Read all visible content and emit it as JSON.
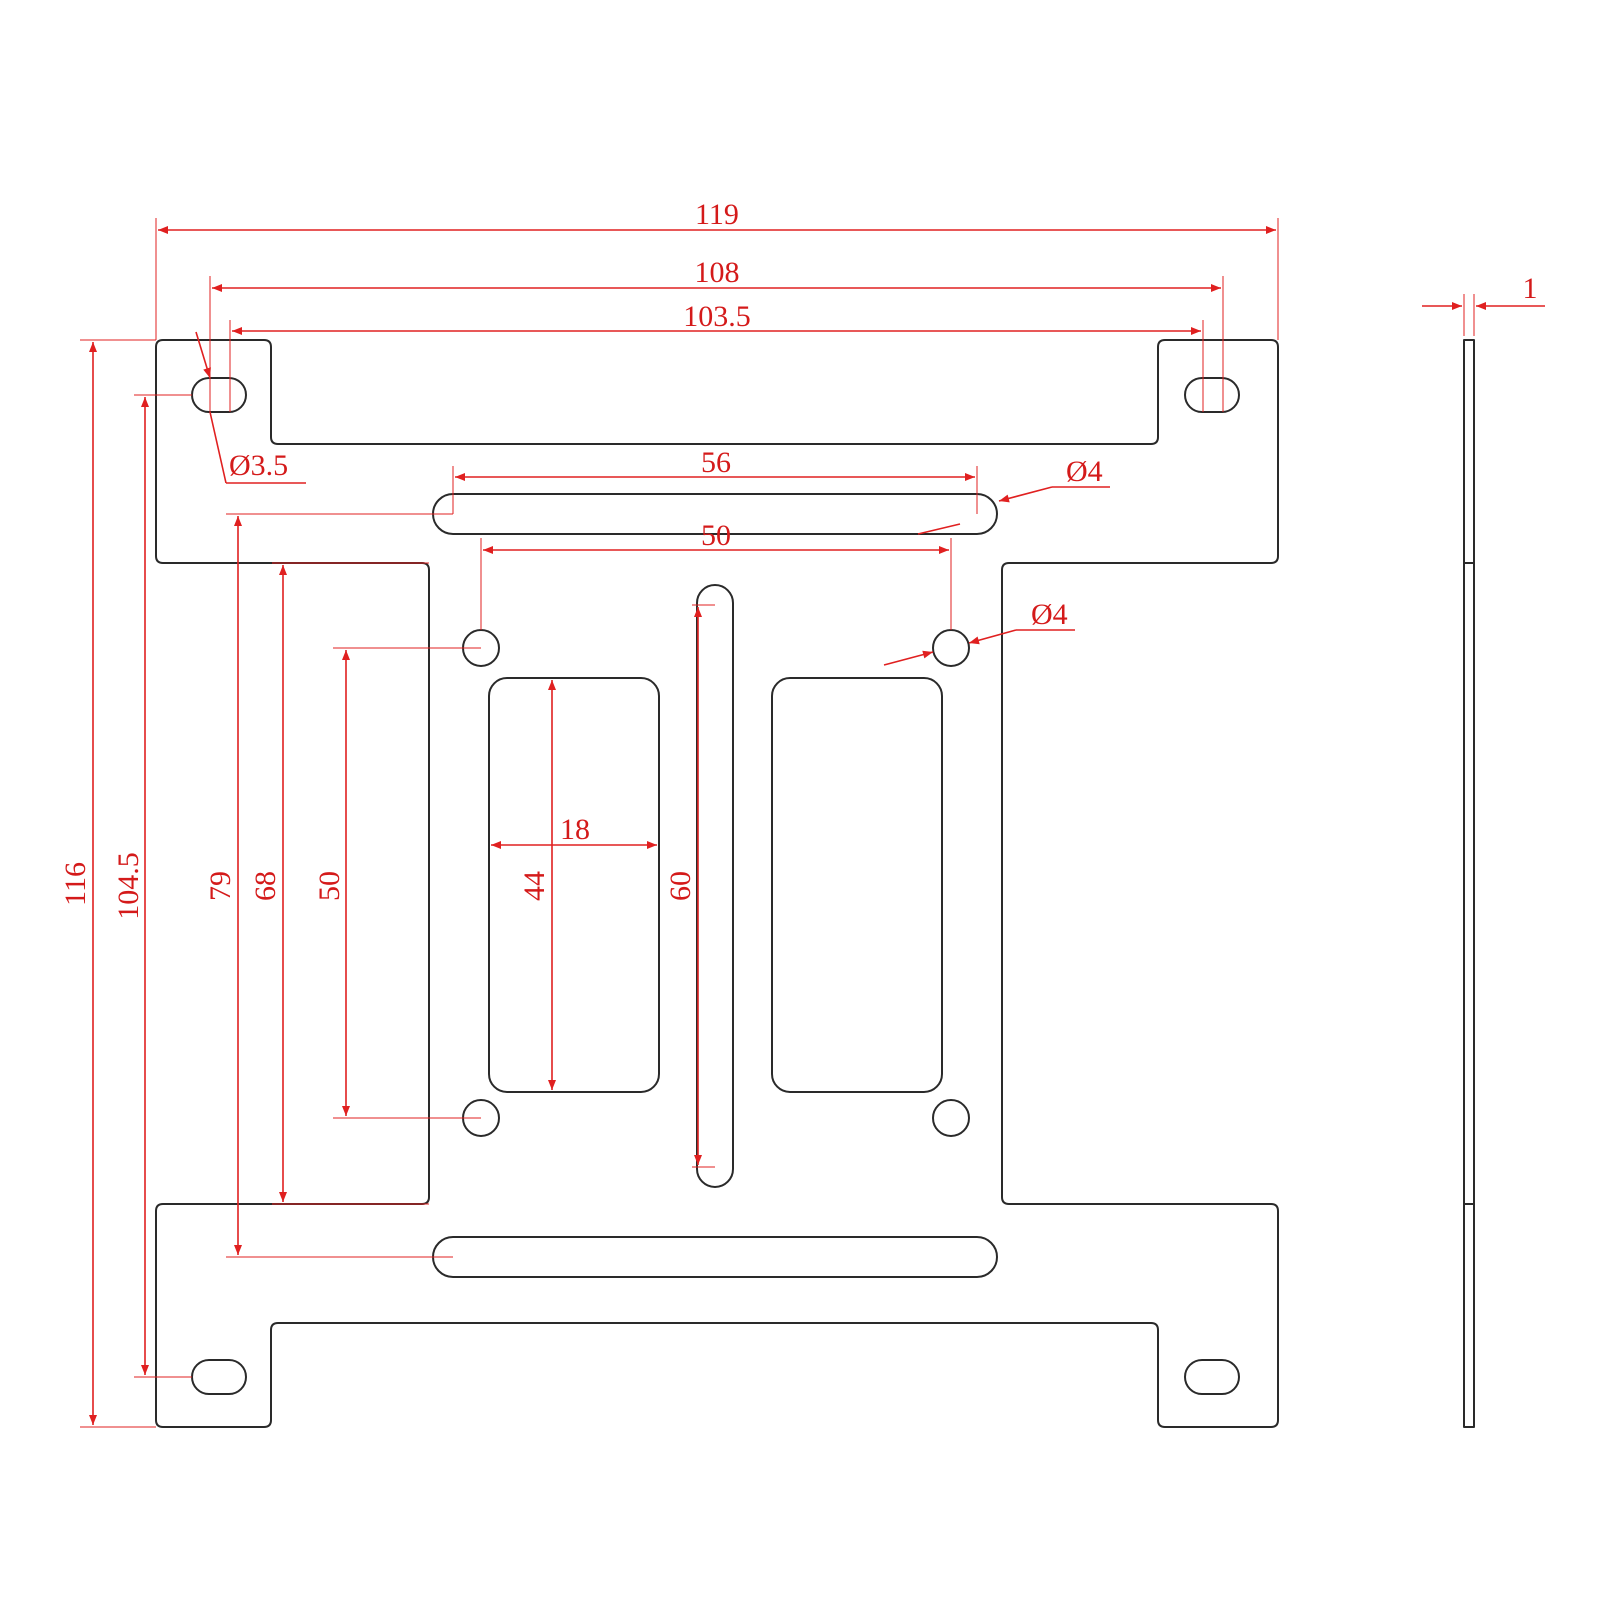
{
  "colors": {
    "outline": "#2a2a2a",
    "dimension": "#d41a1a",
    "background": "#ffffff"
  },
  "dimensions": {
    "overall_width": "119",
    "outer_hole_spacing": "108",
    "inner_hole_spacing": "103.5",
    "side_thickness": "1",
    "small_hole_diameter": "Ø3.5",
    "slot_length": "56",
    "slot_end_diameter": "Ø4",
    "round_hole_spacing_x": "50",
    "round_hole_diameter": "Ø4",
    "overall_height": "116",
    "outer_hole_spacing_y": "104.5",
    "slot_spacing_y": "79",
    "inner_arm_height": "68",
    "round_hole_spacing_y": "50",
    "window_height": "44",
    "window_width": "18",
    "center_slot_length": "60"
  }
}
